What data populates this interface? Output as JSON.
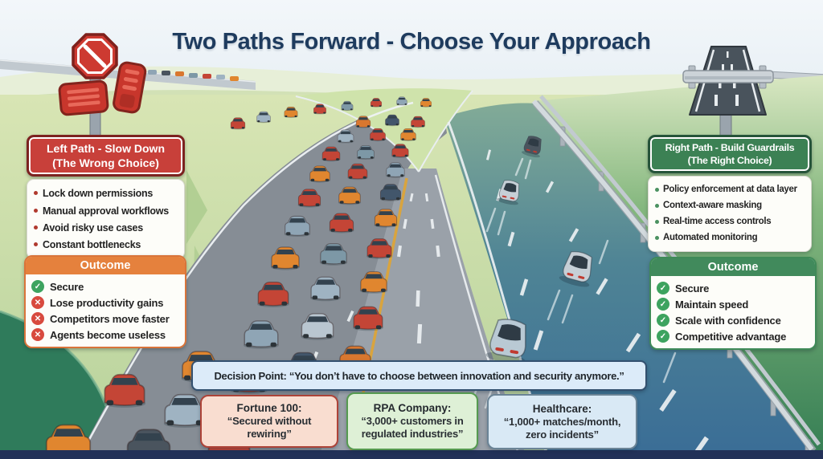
{
  "title": "Two Paths Forward - Choose Your Approach",
  "left_panel": {
    "header_line1": "Left Path - Slow Down",
    "header_line2": "(The Wrong Choice)",
    "items": [
      "Lock down permissions",
      "Manual approval workflows",
      "Avoid risky use cases",
      "Constant bottlenecks"
    ]
  },
  "left_outcome": {
    "header": "Outcome",
    "items": [
      {
        "icon": "check",
        "label": "Secure"
      },
      {
        "icon": "cross",
        "label": "Lose productivity gains"
      },
      {
        "icon": "cross",
        "label": "Competitors move faster"
      },
      {
        "icon": "cross",
        "label": "Agents become useless"
      }
    ]
  },
  "right_panel": {
    "header_line1": "Right Path - Build Guardrails",
    "header_line2": "(The Right Choice)",
    "items": [
      "Policy enforcement at data layer",
      "Context-aware masking",
      "Real-time access controls",
      "Automated monitoring"
    ]
  },
  "right_outcome": {
    "header": "Outcome",
    "items": [
      {
        "icon": "check",
        "label": "Secure"
      },
      {
        "icon": "check",
        "label": "Maintain speed"
      },
      {
        "icon": "check",
        "label": "Scale with confidence"
      },
      {
        "icon": "check",
        "label": "Competitive advantage"
      }
    ]
  },
  "decision": {
    "text": "Decision Point: “You don’t have to choose between innovation and security anymore.”"
  },
  "testimonials": [
    {
      "title": "Fortune 100:",
      "quote": "“Secured without rewiring”"
    },
    {
      "title": "RPA Company:",
      "quote": "“3,000+ customers in regulated industries”"
    },
    {
      "title": "Healthcare:",
      "quote": "“1,000+ matches/month, zero incidents”"
    }
  ],
  "colors": {
    "title_navy": "#1e3b5e",
    "wrong_path_red": "#c8403a",
    "right_path_green": "#3c8154",
    "outcome_orange": "#e5813d",
    "outcome_green": "#418a5c",
    "check_green": "#3da35f",
    "cross_red": "#d84a3e",
    "decision_bg": "#dcebf9",
    "decision_border": "#33506f",
    "bottom_bar": "#223158"
  }
}
